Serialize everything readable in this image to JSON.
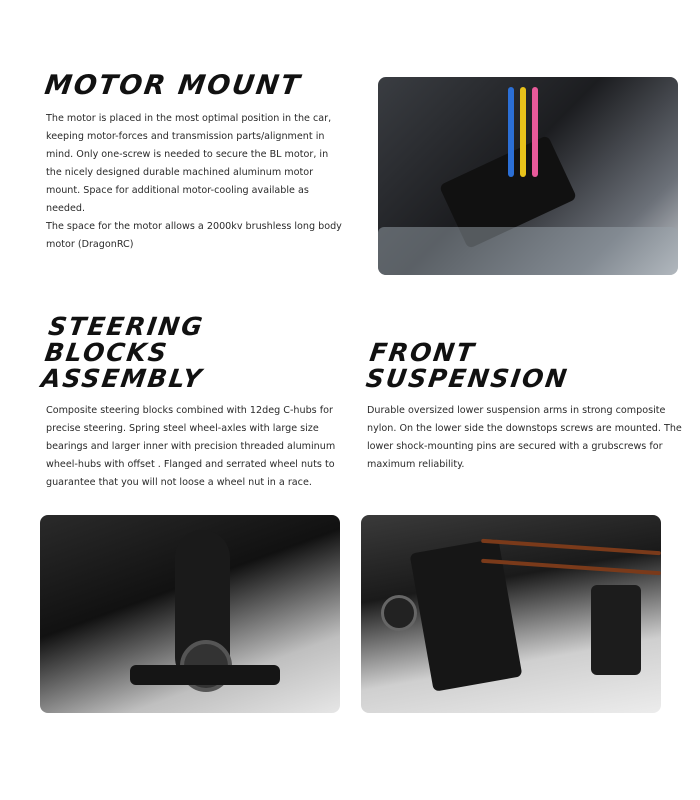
{
  "sections": {
    "motor_mount": {
      "title": "MOTOR MOUNT",
      "paragraphs": [
        "The motor is placed in the most optimal position in the car, keeping motor-forces and transmission parts/alignment in mind.  Only one-screw  is needed to secure  the BL motor, in the nicely designed durable machined aluminum motor mount. Space for additional motor-cooling available as needed.",
        "The space for the motor allows a 2000kv brushless long body motor (DragonRC)"
      ]
    },
    "steering": {
      "title_lines": [
        "STEERING",
        "BLOCKS",
        "ASSEMBLY"
      ],
      "paragraph": "Composite steering blocks combined with 12deg C-hubs  for precise steering.  Spring steel wheel-axles with large size bearings and larger inner with precision threaded aluminum wheel-hubs with offset . Flanged and serrated wheel nuts to guarantee that you will not loose a wheel nut in a race."
    },
    "front_suspension": {
      "title_lines": [
        "FRONT",
        "SUSPENSION"
      ],
      "paragraph": "Durable oversized  lower suspension arms in strong composite nylon. On the lower side the downstops screws are mounted. The lower shock-mounting pins are secured with a grubscrews for maximum reliability."
    }
  }
}
